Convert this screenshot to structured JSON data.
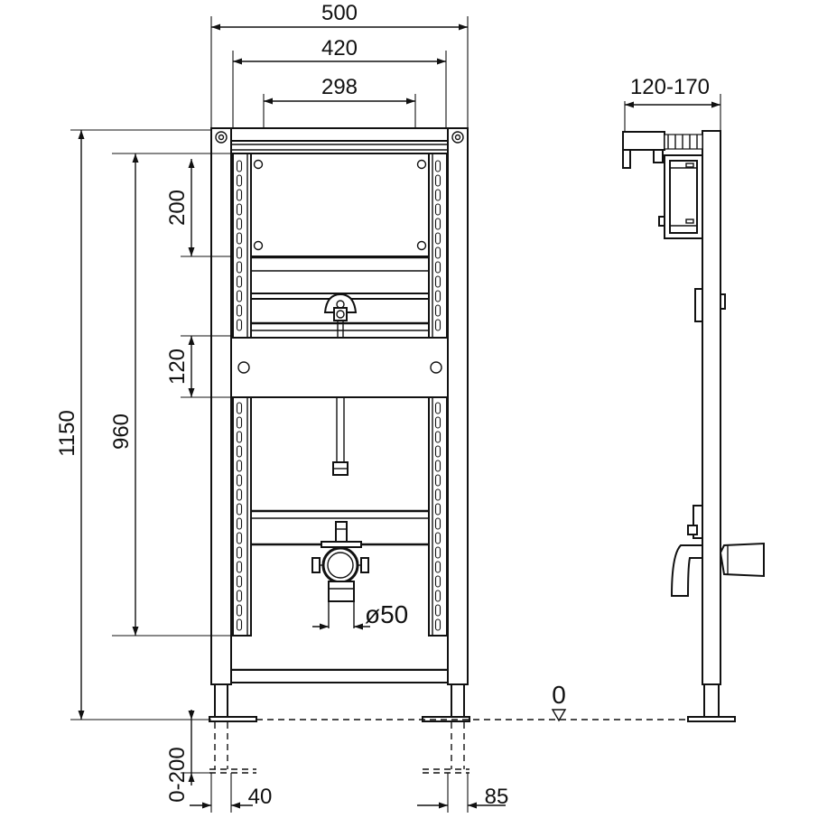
{
  "dimensions": {
    "frame_width": "500",
    "inner_width": "420",
    "bracket_spacing": "298",
    "depth_range": "120-170",
    "total_height": "1150",
    "rail_height": "960",
    "upper_offset": "200",
    "crossbar_height": "120",
    "drain_diameter": "ø50",
    "floor_level": "0",
    "foot_adjust": "0-200",
    "foot_width": "40",
    "foot_spacing": "85"
  }
}
